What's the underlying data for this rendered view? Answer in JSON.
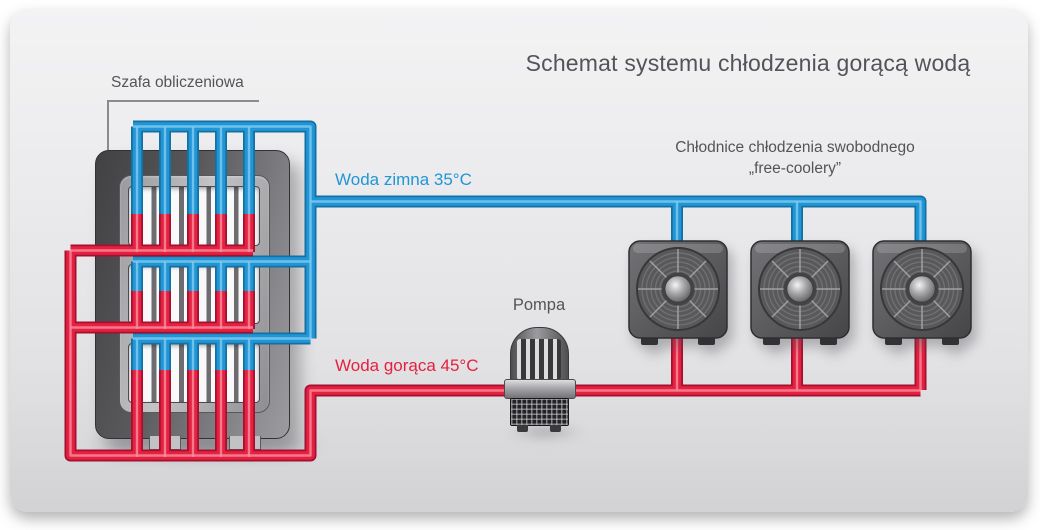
{
  "title": "Schemat systemu chłodzenia gorącą wodą",
  "cabinet": {
    "label": "Szafa obliczeniowa",
    "server_rows": 3,
    "pipes_per_row": 5
  },
  "pipes": {
    "cold_label": "Woda zimna 35°C",
    "hot_label": "Woda gorąca 45°C",
    "cold_temp_c": 35,
    "hot_temp_c": 45
  },
  "pump": {
    "label": "Pompa"
  },
  "coolers": {
    "label_line1": "Chłodnice chłodzenia swobodnego",
    "label_line2": "„free-coolery”",
    "count": 3
  },
  "colors": {
    "cold_pipe": "#2196d6",
    "hot_pipe": "#e6203f",
    "text": "#545458",
    "background": "#e7e7e9"
  }
}
